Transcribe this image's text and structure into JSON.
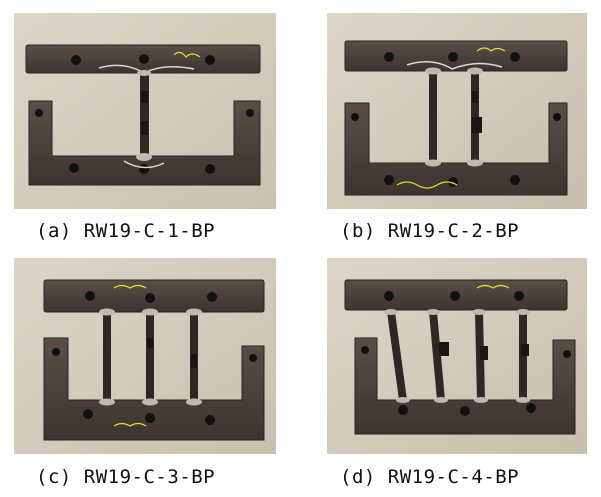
{
  "figure": {
    "panels": [
      {
        "id": "a",
        "caption": "(a) RW19-C-1-BP",
        "specimen_label": "RW19-C-1-BP",
        "bar_count": 1
      },
      {
        "id": "b",
        "caption": "(b) RW19-C-2-BP",
        "specimen_label": "RW19-C-2-BP",
        "bar_count": 2
      },
      {
        "id": "c",
        "caption": "(c) RW19-C-3-BP",
        "specimen_label": "RW19-C-3-BP",
        "bar_count": 3
      },
      {
        "id": "d",
        "caption": "(d) RW19-C-4-BP",
        "specimen_label": "RW19-C-4-BP",
        "bar_count": 4
      }
    ],
    "colors": {
      "background": "#d6cfbf",
      "steel": "#4a3f3a",
      "steel_dark": "#2e2724",
      "weld": "#cfcac4",
      "hole": "#121010",
      "marker": "#e8e030"
    }
  }
}
